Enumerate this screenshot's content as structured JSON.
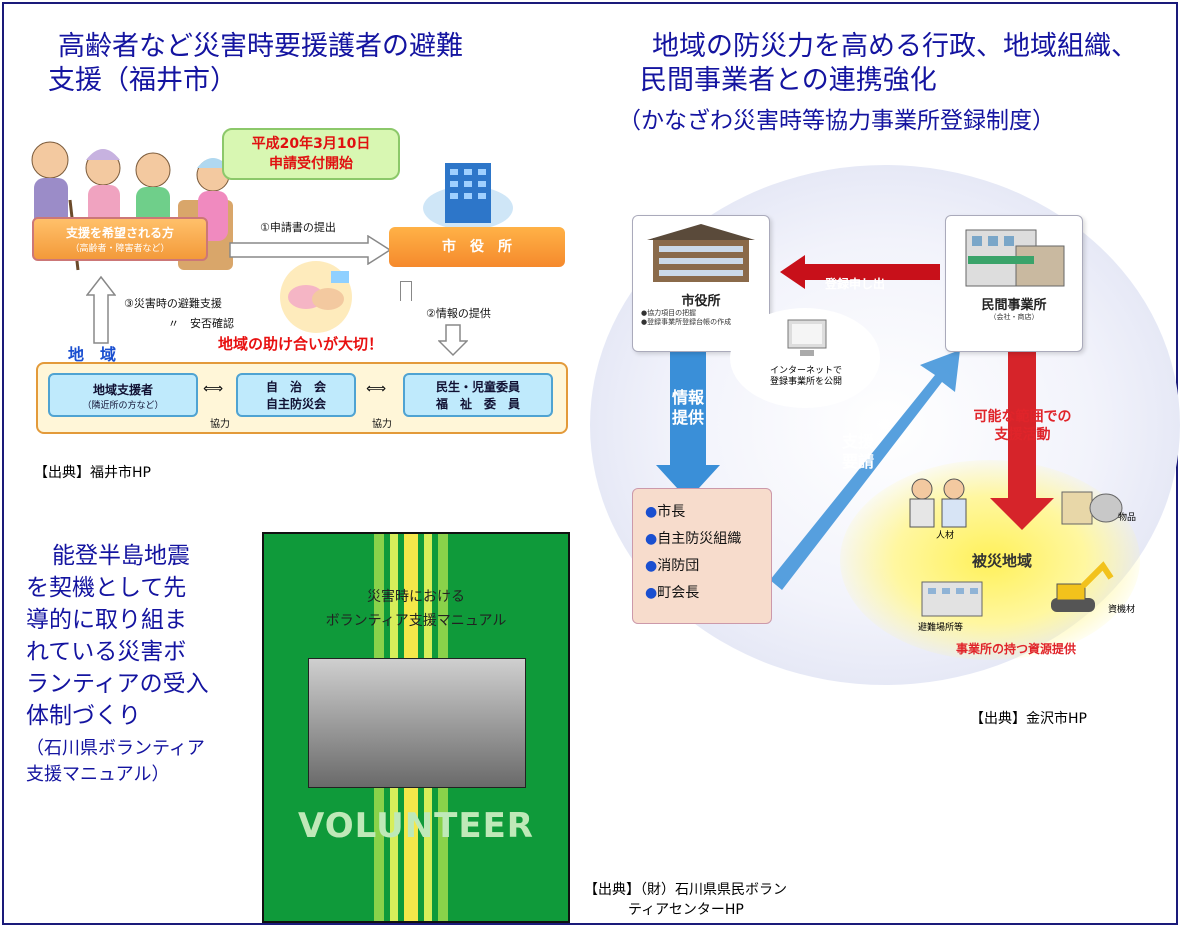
{
  "left_top": {
    "title_line1": "高齢者など災害時要援護者の避難",
    "title_line2": "支援（福井市）",
    "source": "【出典】福井市HP",
    "diagram": {
      "date_badge_line1": "平成20年3月10日",
      "date_badge_line2": "申請受付開始",
      "applicant_label": "支援を希望される方",
      "applicant_note": "（高齢者・障害者など）",
      "step1": "①申請書の提出",
      "city_office": "市　役　所",
      "step2": "②情報の提供",
      "step3": "③災害時の避難支援",
      "step3_sub": "〃　安否確認",
      "mutual_help": "地域の助け合いが大切！",
      "region_label": "地　域",
      "supporter": "地域支援者",
      "supporter_note": "（隣近所の方など）",
      "association_line1": "自　治　会",
      "association_line2": "自主防災会",
      "welfare_line1": "民生・児童委員",
      "welfare_line2": "福　祉　委　員",
      "coop1": "協力",
      "coop2": "協力"
    }
  },
  "left_bottom": {
    "text_lines": [
      "能登半島地震",
      "を契機として先",
      "導的に取り組ま",
      "れている災害ボ",
      "ランティアの受入",
      "体制づくり"
    ],
    "sub_lines": [
      "（石川県ボランティア",
      "支援マニュアル）"
    ],
    "cover_title_line1": "災害時における",
    "cover_title_line2": "ボランティア支援マニュアル",
    "cover_word": "VOLUNTEER",
    "source_line1": "【出典】（財）石川県県民ボラン",
    "source_line2": "ティアセンターHP"
  },
  "right": {
    "title_line1": "地域の防災力を高める行政、地域組織、",
    "title_line2": "民間事業者との連携強化",
    "title_line3": "（かなざわ災害時等協力事業所登録制度）",
    "source": "【出典】金沢市HP",
    "diagram": {
      "city_office": "市役所",
      "city_note1": "●協力項目の把握",
      "city_note2": "●登録事業所登録台帳の作成",
      "private_business": "民間事業所",
      "private_note": "（会社・商店）",
      "register_arrow": "登録申し出",
      "internet_line1": "インターネットで",
      "internet_line2": "登録事業所を公開",
      "info_provide_line1": "情報",
      "info_provide_line2": "提供",
      "support_request_line1": "支援",
      "support_request_line2": "要請",
      "possible_line1": "可能な範囲での",
      "possible_line2": "支援活動",
      "list_items": [
        "市長",
        "自主防災組織",
        "消防団",
        "町会長"
      ],
      "disaster_area": "被災地域",
      "human": "人材",
      "goods": "物品",
      "materials": "資機材",
      "shelter": "避難場所等",
      "resource_provide": "事業所の持つ資源提供"
    }
  }
}
